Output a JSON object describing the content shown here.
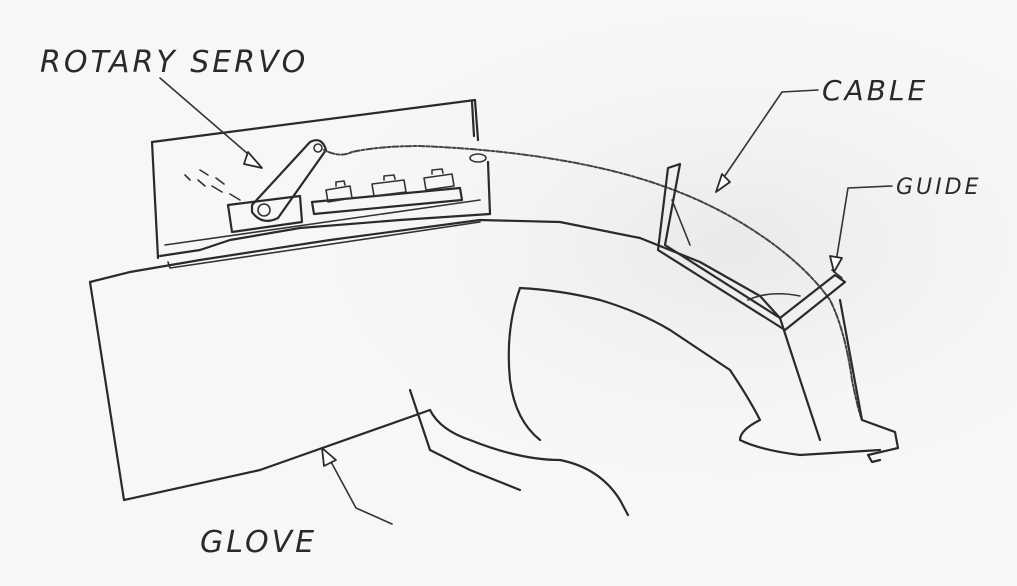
{
  "labels": {
    "servo": "ROTARY SERVO",
    "cable": "CABLE",
    "guide": "GUIDE",
    "glove": "GLOVE"
  },
  "colors": {
    "ink": "#2a2a2a",
    "paper": "#f7f7f5"
  }
}
